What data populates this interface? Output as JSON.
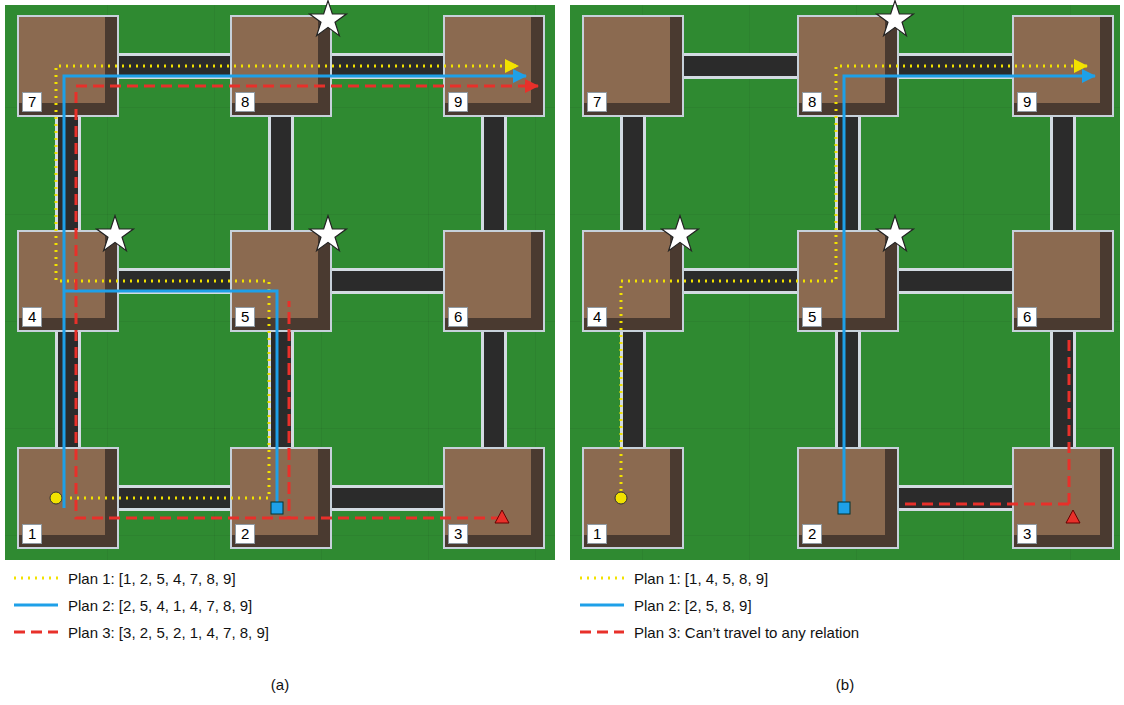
{
  "diagram": {
    "nodes": [
      {
        "text": [
          "7"
        ]
      },
      {
        "text": [
          "8"
        ]
      },
      {
        "text": [
          "9"
        ]
      },
      {
        "text": [
          "4"
        ]
      },
      {
        "text": [
          "5"
        ]
      },
      {
        "text": [
          "6"
        ]
      },
      {
        "text": [
          "1"
        ]
      },
      {
        "text": [
          "2"
        ]
      },
      {
        "text": [
          "3"
        ]
      },
      {
        "text": [
          "7"
        ]
      },
      {
        "text": [
          "8"
        ]
      },
      {
        "text": [
          "9"
        ]
      },
      {
        "text": [
          "4"
        ]
      },
      {
        "text": [
          "5"
        ]
      },
      {
        "text": [
          "6"
        ]
      },
      {
        "text": [
          "1"
        ]
      },
      {
        "text": [
          "2"
        ]
      },
      {
        "text": [
          "3"
        ]
      }
    ],
    "edges": [
      {
        "from": 0,
        "to": 1,
        "arrow": "none"
      },
      {
        "from": 1,
        "to": 2,
        "arrow": "none"
      },
      {
        "from": 3,
        "to": 4,
        "arrow": "none"
      },
      {
        "from": 4,
        "to": 5,
        "arrow": "none"
      },
      {
        "from": 6,
        "to": 7,
        "arrow": "none"
      },
      {
        "from": 7,
        "to": 8,
        "arrow": "none"
      },
      {
        "from": 0,
        "to": 3,
        "arrow": "none"
      },
      {
        "from": 1,
        "to": 4,
        "arrow": "none"
      },
      {
        "from": 2,
        "to": 5,
        "arrow": "none"
      },
      {
        "from": 3,
        "to": 6,
        "arrow": "none"
      },
      {
        "from": 4,
        "to": 7,
        "arrow": "none"
      },
      {
        "from": 5,
        "to": 8,
        "arrow": "none"
      },
      {
        "from": 9,
        "to": 10,
        "arrow": "none"
      },
      {
        "from": 10,
        "to": 11,
        "arrow": "none"
      },
      {
        "from": 12,
        "to": 13,
        "arrow": "none"
      },
      {
        "from": 13,
        "to": 14,
        "arrow": "none"
      },
      {
        "from": 16,
        "to": 17,
        "arrow": "none"
      },
      {
        "from": 9,
        "to": 12,
        "arrow": "none"
      },
      {
        "from": 10,
        "to": 13,
        "arrow": "none"
      },
      {
        "from": 11,
        "to": 14,
        "arrow": "none"
      },
      {
        "from": 12,
        "to": 15,
        "arrow": "none"
      },
      {
        "from": 13,
        "to": 16,
        "arrow": "none"
      },
      {
        "from": 14,
        "to": 17,
        "arrow": "none"
      }
    ],
    "labels": [
      "(a)",
      "(b)"
    ],
    "legend": [
      {
        "text": "Plan 1: [1, 2, 5, 4, 7, 8, 9]"
      },
      {
        "text": "Plan 2: [2, 5, 4, 1, 4, 7, 8, 9]"
      },
      {
        "text": "Plan 3: [3, 2, 5, 2, 1, 4, 7, 8, 9]"
      },
      {
        "text": "Plan 1: [1, 4, 5, 8, 9]"
      },
      {
        "text": "Plan 2: [2, 5, 8, 9]"
      },
      {
        "text": "Plan 3: Can’t travel to any relation"
      }
    ]
  }
}
